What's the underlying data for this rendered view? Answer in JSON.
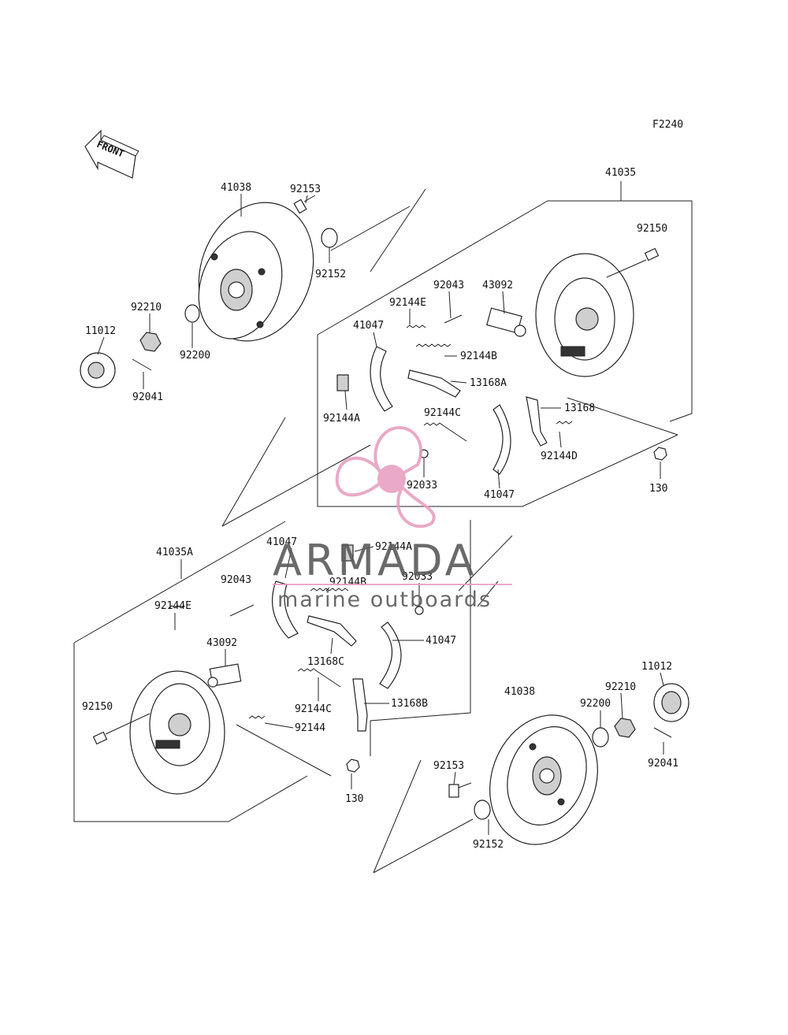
{
  "figure_code": "F2240",
  "front_label": "FRONT",
  "watermark": {
    "brand": "ARMADA",
    "tagline": "marine outboards",
    "accent": "#e8a0c0"
  },
  "upper_group": {
    "brake_assy": "41035",
    "labels": [
      "41038",
      "92153",
      "92152",
      "92210",
      "11012",
      "92200",
      "92041",
      "92150",
      "92043",
      "43092",
      "92144E",
      "41047",
      "92144B",
      "13168A",
      "92144A",
      "92144C",
      "13168",
      "92144D",
      "92033",
      "41047",
      "130"
    ]
  },
  "lower_group": {
    "brake_assy": "41035A",
    "labels": [
      "41047",
      "92144A",
      "92043",
      "92144B",
      "92033",
      "92144E",
      "43092",
      "13168C",
      "41047",
      "92150",
      "92144C",
      "13168B",
      "92144",
      "130",
      "41038",
      "92210",
      "11012",
      "92200",
      "92153",
      "92041",
      "92152"
    ]
  }
}
